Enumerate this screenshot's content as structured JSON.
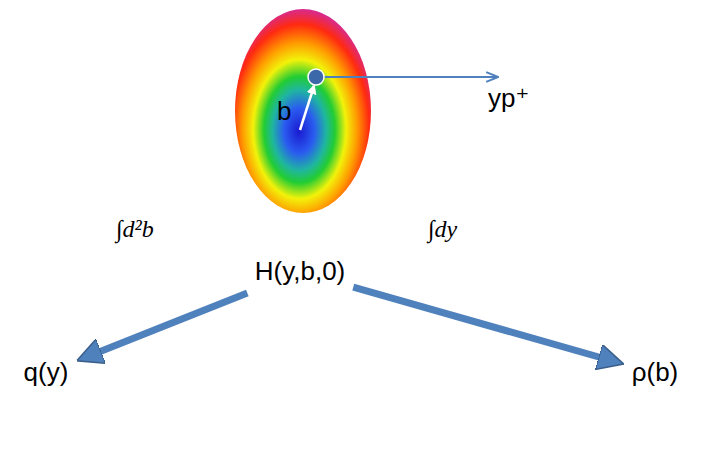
{
  "diagram": {
    "nodes": [
      {
        "text": [
          "H(y,b,0)"
        ]
      },
      {
        "text": [
          "q(y)"
        ]
      },
      {
        "text": [
          "ρ(b)"
        ]
      }
    ],
    "edges": [
      {
        "from": 0,
        "to": 1,
        "arrow": "to",
        "label": "∫d²b"
      },
      {
        "from": 0,
        "to": 2,
        "arrow": "to",
        "label": "∫dy"
      }
    ],
    "labels": [
      "b",
      "yp⁺"
    ]
  }
}
